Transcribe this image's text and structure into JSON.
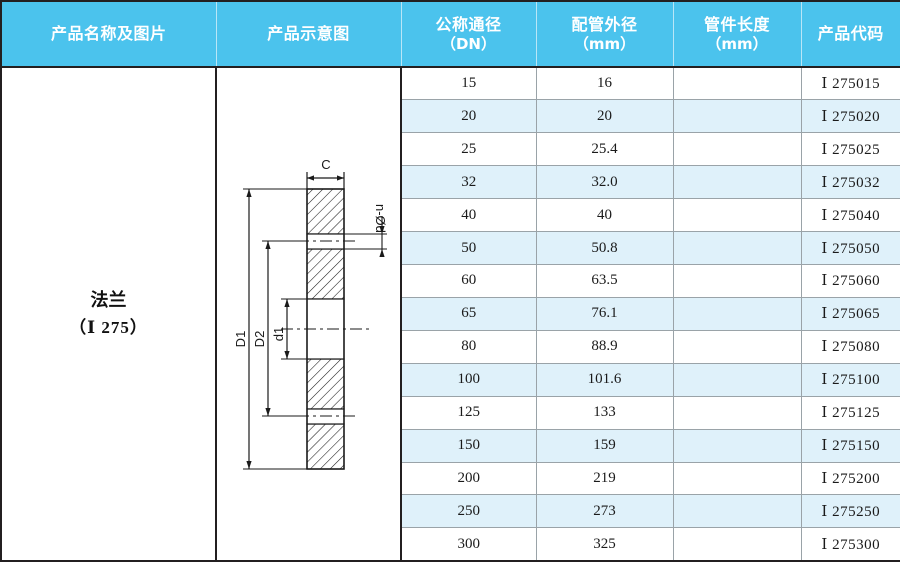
{
  "table": {
    "headers": [
      {
        "main": "产品名称及图片",
        "sub": ""
      },
      {
        "main": "产品示意图",
        "sub": ""
      },
      {
        "main": "公称通径",
        "sub": "（DN）"
      },
      {
        "main": "配管外径",
        "sub": "（mm）"
      },
      {
        "main": "管件长度",
        "sub": "（mm）"
      },
      {
        "main": "产品代码",
        "sub": ""
      }
    ],
    "product": {
      "name": "法兰",
      "code": "（Ⅰ 275）"
    },
    "diagram": {
      "title": "flange-cross-section",
      "labels": {
        "outer_diameter": "D1",
        "bolt_circle_diameter": "D2",
        "bore_diameter": "d1",
        "thickness": "C",
        "bolt_holes": "n-Ød"
      }
    },
    "rows": [
      {
        "dn": "15",
        "od": "16",
        "length": "",
        "code": "Ⅰ 275015"
      },
      {
        "dn": "20",
        "od": "20",
        "length": "",
        "code": "Ⅰ 275020"
      },
      {
        "dn": "25",
        "od": "25.4",
        "length": "",
        "code": "Ⅰ 275025"
      },
      {
        "dn": "32",
        "od": "32.0",
        "length": "",
        "code": "Ⅰ 275032"
      },
      {
        "dn": "40",
        "od": "40",
        "length": "",
        "code": "Ⅰ 275040"
      },
      {
        "dn": "50",
        "od": "50.8",
        "length": "",
        "code": "Ⅰ 275050"
      },
      {
        "dn": "60",
        "od": "63.5",
        "length": "",
        "code": "Ⅰ 275060"
      },
      {
        "dn": "65",
        "od": "76.1",
        "length": "",
        "code": "Ⅰ 275065"
      },
      {
        "dn": "80",
        "od": "88.9",
        "length": "",
        "code": "Ⅰ 275080"
      },
      {
        "dn": "100",
        "od": "101.6",
        "length": "",
        "code": "Ⅰ 275100"
      },
      {
        "dn": "125",
        "od": "133",
        "length": "",
        "code": "Ⅰ 275125"
      },
      {
        "dn": "150",
        "od": "159",
        "length": "",
        "code": "Ⅰ 275150"
      },
      {
        "dn": "200",
        "od": "219",
        "length": "",
        "code": "Ⅰ 275200"
      },
      {
        "dn": "250",
        "od": "273",
        "length": "",
        "code": "Ⅰ 275250"
      },
      {
        "dn": "300",
        "od": "325",
        "length": "",
        "code": "Ⅰ 275300"
      }
    ]
  },
  "colors": {
    "header_blue": "#4bc3ed",
    "row_tint": "#dff1fa",
    "row_plain": "#ffffff",
    "border_dark": "#231f20",
    "border_light": "#9aa3a8"
  }
}
